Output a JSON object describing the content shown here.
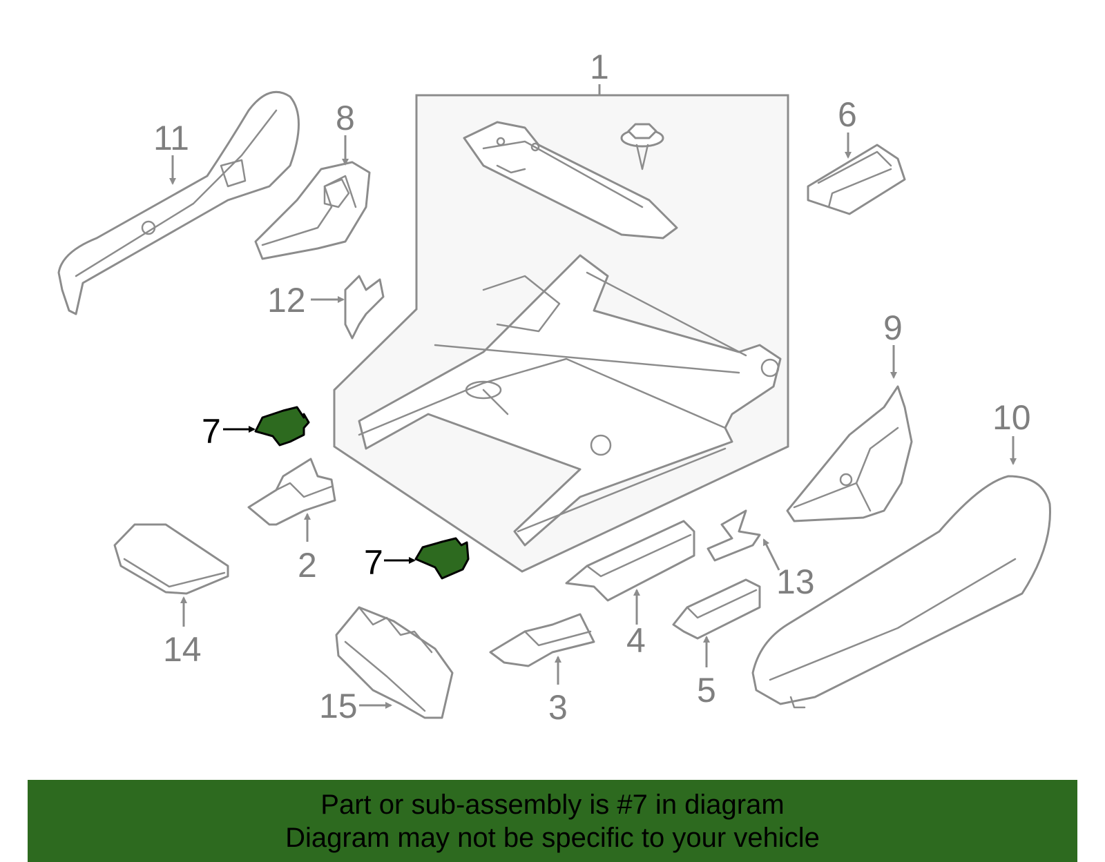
{
  "diagram": {
    "callouts": {
      "c1": "1",
      "c2": "2",
      "c3": "3",
      "c4": "4",
      "c5": "5",
      "c6": "6",
      "c7a": "7",
      "c7b": "7",
      "c8": "8",
      "c9": "9",
      "c10": "10",
      "c11": "11",
      "c12": "12",
      "c13": "13",
      "c14": "14",
      "c15": "15"
    },
    "highlight_color": "#2d6a1f",
    "line_color": "#8c8c8c"
  },
  "banner": {
    "line1": "Part or sub-assembly is #7 in diagram",
    "line2": "Diagram may not be specific to your vehicle",
    "background": "#2d6a1f"
  }
}
